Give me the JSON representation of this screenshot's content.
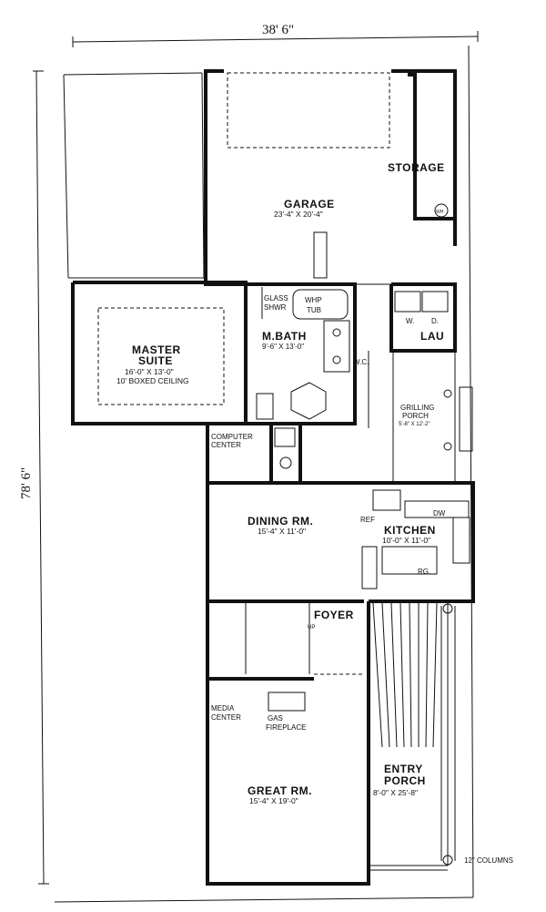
{
  "dimensions": {
    "width": "38' 6\"",
    "depth": "78' 6\""
  },
  "rooms": {
    "garage": {
      "name": "GARAGE",
      "size": "23'-4\" X 20'-4\""
    },
    "storage": {
      "name": "STORAGE"
    },
    "master": {
      "name1": "MASTER",
      "name2": "SUITE",
      "size": "16'-0\" X 13'-0\"",
      "ceiling": "10' BOXED CEILING"
    },
    "mbath": {
      "name": "M.BATH",
      "size": "9'-6\" X 13'-0\""
    },
    "lau": {
      "name": "LAU"
    },
    "grilling": {
      "name": "GRILLING",
      "name2": "PORCH",
      "size": "5'-8\" X 12'-2\""
    },
    "dining": {
      "name": "DINING RM.",
      "size": "15'-4\" X 11'-0\""
    },
    "kitchen": {
      "name": "KITCHEN",
      "size": "10'-0\" X 11'-0\""
    },
    "foyer": {
      "name": "FOYER"
    },
    "great": {
      "name": "GREAT RM.",
      "size": "15'-4\" X 19'-0\""
    },
    "entry": {
      "name": "ENTRY",
      "name2": "PORCH",
      "size": "8'-0\" X 25'-8\""
    }
  },
  "labels": {
    "glass": "GLASS",
    "shwr": "SHWR",
    "whp": "WHP",
    "tub": "TUB",
    "wic": "W.C.",
    "w": "W.",
    "d": "D.",
    "computer": "COMPUTER",
    "center": "CENTER",
    "ref": "REF",
    "dw": "DW",
    "rg": "RG.",
    "up": "UP",
    "media": "MEDIA",
    "media_center": "CENTER",
    "gas": "GAS",
    "fireplace": "FIREPLACE",
    "columns": "12\" COLUMNS",
    "wh": "WH"
  }
}
